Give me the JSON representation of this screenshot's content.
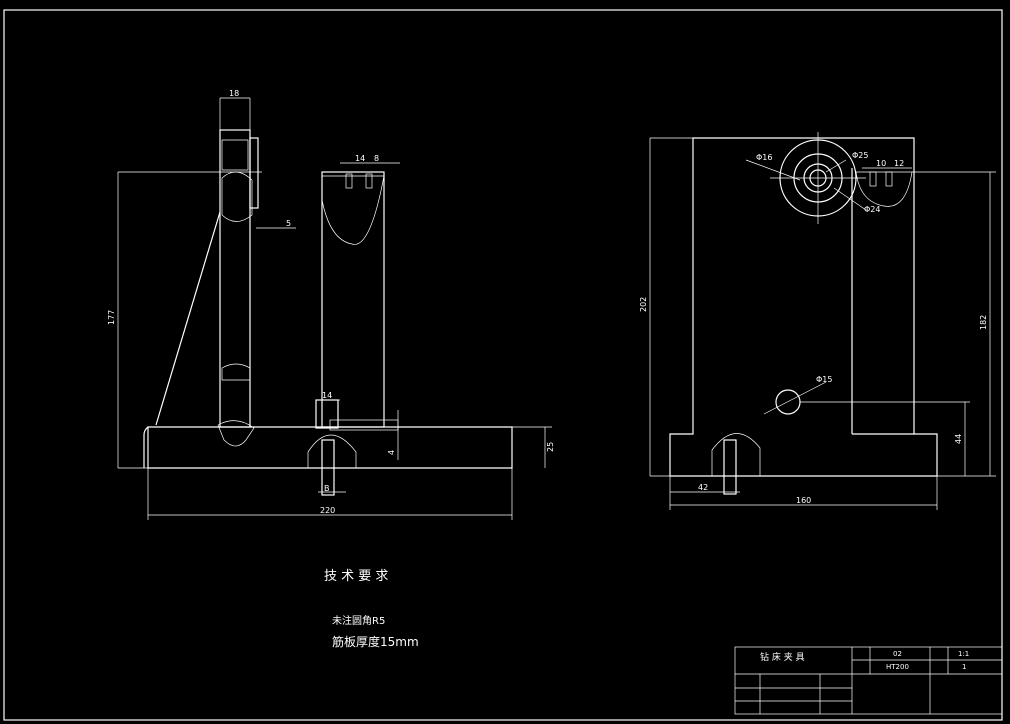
{
  "front_view": {
    "dims": {
      "d18": "18",
      "d14_top": "14",
      "d8": "8",
      "d5": "5",
      "d177": "177",
      "d14_bottom": "14",
      "d25": "25",
      "d4": "4",
      "d220": "220",
      "dB": "B"
    }
  },
  "side_view": {
    "dims": {
      "phi16": "Φ16",
      "phi25": "Φ25",
      "phi24": "Φ24",
      "d10": "10",
      "d12": "12",
      "d202": "202",
      "d182": "182",
      "phi15": "Φ15",
      "d44": "44",
      "d42": "42",
      "d160": "160"
    }
  },
  "notes": {
    "title": "技 术 要 求",
    "line1": "未注圆角R5",
    "line2": "筋板厚度15mm"
  },
  "title_block": {
    "name": "钻 床 夹 具",
    "c1": "02",
    "c2": "HT200",
    "c3": "1:1",
    "c4": "1"
  }
}
